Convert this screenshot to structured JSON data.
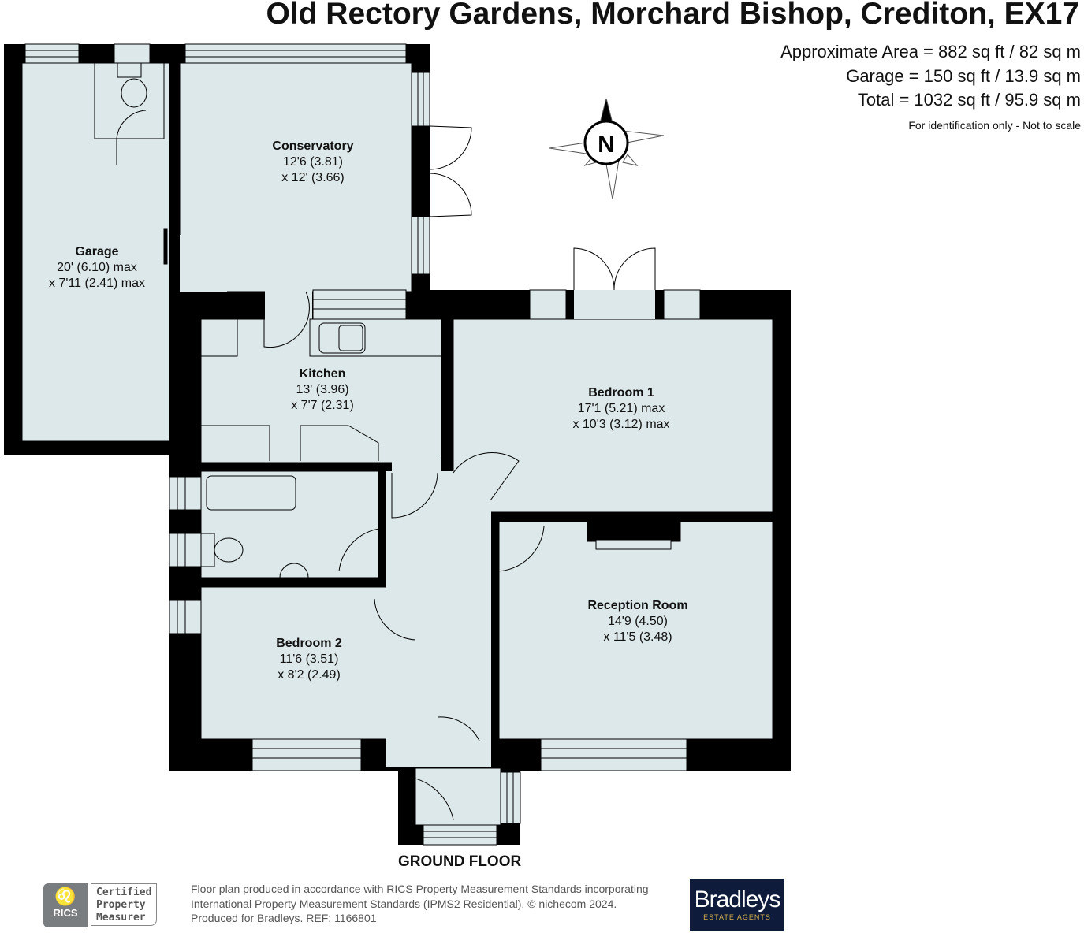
{
  "header": {
    "title": "Old Rectory Gardens, Morchard Bishop, Crediton, EX17",
    "approx_area": "Approximate Area = 882 sq ft / 82 sq m",
    "garage_area": "Garage = 150 sq ft / 13.9 sq m",
    "total_area": "Total = 1032 sq ft / 95.9 sq m",
    "note": "For identification only - Not to scale"
  },
  "compass": {
    "label": "N"
  },
  "rooms": {
    "garage": {
      "name": "Garage",
      "dim1": "20' (6.10) max",
      "dim2": "x 7'11 (2.41) max"
    },
    "conservatory": {
      "name": "Conservatory",
      "dim1": "12'6 (3.81)",
      "dim2": "x 12' (3.66)"
    },
    "kitchen": {
      "name": "Kitchen",
      "dim1": "13' (3.96)",
      "dim2": "x 7'7 (2.31)"
    },
    "bedroom1": {
      "name": "Bedroom 1",
      "dim1": "17'1 (5.21) max",
      "dim2": "x 10'3 (3.12) max"
    },
    "reception": {
      "name": "Reception Room",
      "dim1": "14'9 (4.50)",
      "dim2": "x 11'5 (3.48)"
    },
    "bedroom2": {
      "name": "Bedroom 2",
      "dim1": "11'6 (3.51)",
      "dim2": "x 8'2 (2.49)"
    }
  },
  "floor_label": "GROUND FLOOR",
  "footer": {
    "rics_logo": "RICS",
    "cert_line1": "Certified",
    "cert_line2": "Property",
    "cert_line3": "Measurer",
    "disclaimer_line1": "Floor plan produced in accordance with RICS Property Measurement Standards incorporating",
    "disclaimer_line2": "International Property Measurement Standards (IPMS2 Residential).   © nichecom 2024.",
    "disclaimer_line3": "Produced for Bradleys.   REF: 1166801",
    "agent_name": "Bradleys",
    "agent_sub": "ESTATE AGENTS"
  },
  "colors": {
    "floor": "#dde8ea",
    "wall": "#000000",
    "agent_bg": "#0f1b3a"
  }
}
